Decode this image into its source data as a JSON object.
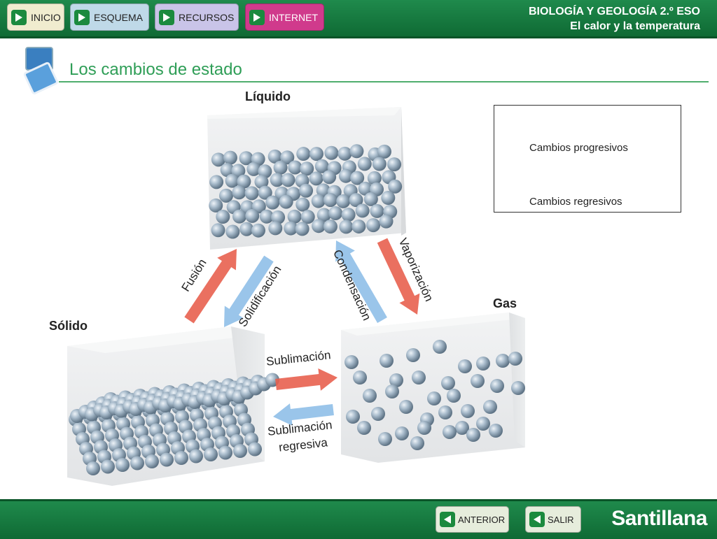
{
  "nav": {
    "inicio": "INICIO",
    "esquema": "ESQUEMA",
    "recursos": "RECURSOS",
    "internet": "INTERNET"
  },
  "header": {
    "subject": "BIOLOGÍA Y GEOLOGÍA 2.º ESO",
    "unit": "El calor y la temperatura"
  },
  "page_title": "Los cambios de estado",
  "states": {
    "liquid": "Líquido",
    "solid": "Sólido",
    "gas": "Gas"
  },
  "processes": {
    "fusion": "Fusión",
    "solidification": "Solidificación",
    "condensation": "Condensación",
    "vaporization": "Vaporización",
    "sublimation": "Sublimación",
    "reverse_sublimation_1": "Sublimación",
    "reverse_sublimation_2": "regresiva"
  },
  "legend": {
    "progressive": "Cambios progresivos",
    "regressive": "Cambios regresivos"
  },
  "footer": {
    "previous": "ANTERIOR",
    "exit": "SALIR",
    "brand": "Santillana"
  },
  "colors": {
    "progressive": "#e8604f",
    "regressive": "#8fbfe8",
    "accent": "#2f9e57",
    "bar": "#1b7a40"
  }
}
